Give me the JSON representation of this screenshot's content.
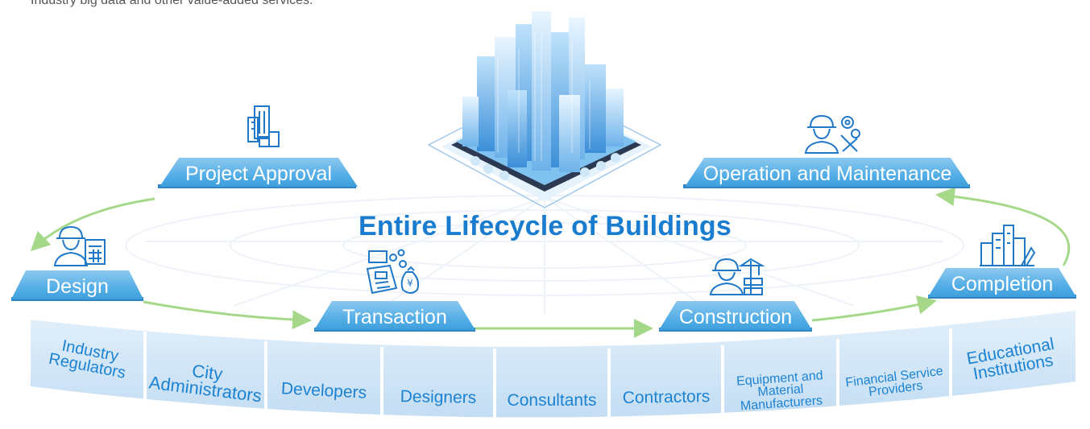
{
  "intro_text": "Industry big data and other value-added services.",
  "title": "Entire Lifecycle of Buildings",
  "stages": [
    {
      "label": "Project Approval",
      "icon": "building-icon"
    },
    {
      "label": "Operation and Maintenance",
      "icon": "worker-gear-icon"
    },
    {
      "label": "Design",
      "icon": "designer-calculator-icon"
    },
    {
      "label": "Transaction",
      "icon": "cash-register-icon"
    },
    {
      "label": "Construction",
      "icon": "worker-crane-icon"
    },
    {
      "label": "Completion",
      "icon": "city-buildings-icon"
    }
  ],
  "stakeholders": [
    "Industry Regulators",
    "City Administrators",
    "Developers",
    "Designers",
    "Consultants",
    "Contractors",
    "Equipment and Material Manufacturers",
    "Financial Service Providers",
    "Educational Institutions"
  ],
  "colors": {
    "title": "#1a7ccf",
    "stage_fill": "#55aee6",
    "arrow": "#a6d88a",
    "band": "#cfe4f6",
    "stakeholder_text": "#1c83d3",
    "icon": "#1f78c8"
  }
}
